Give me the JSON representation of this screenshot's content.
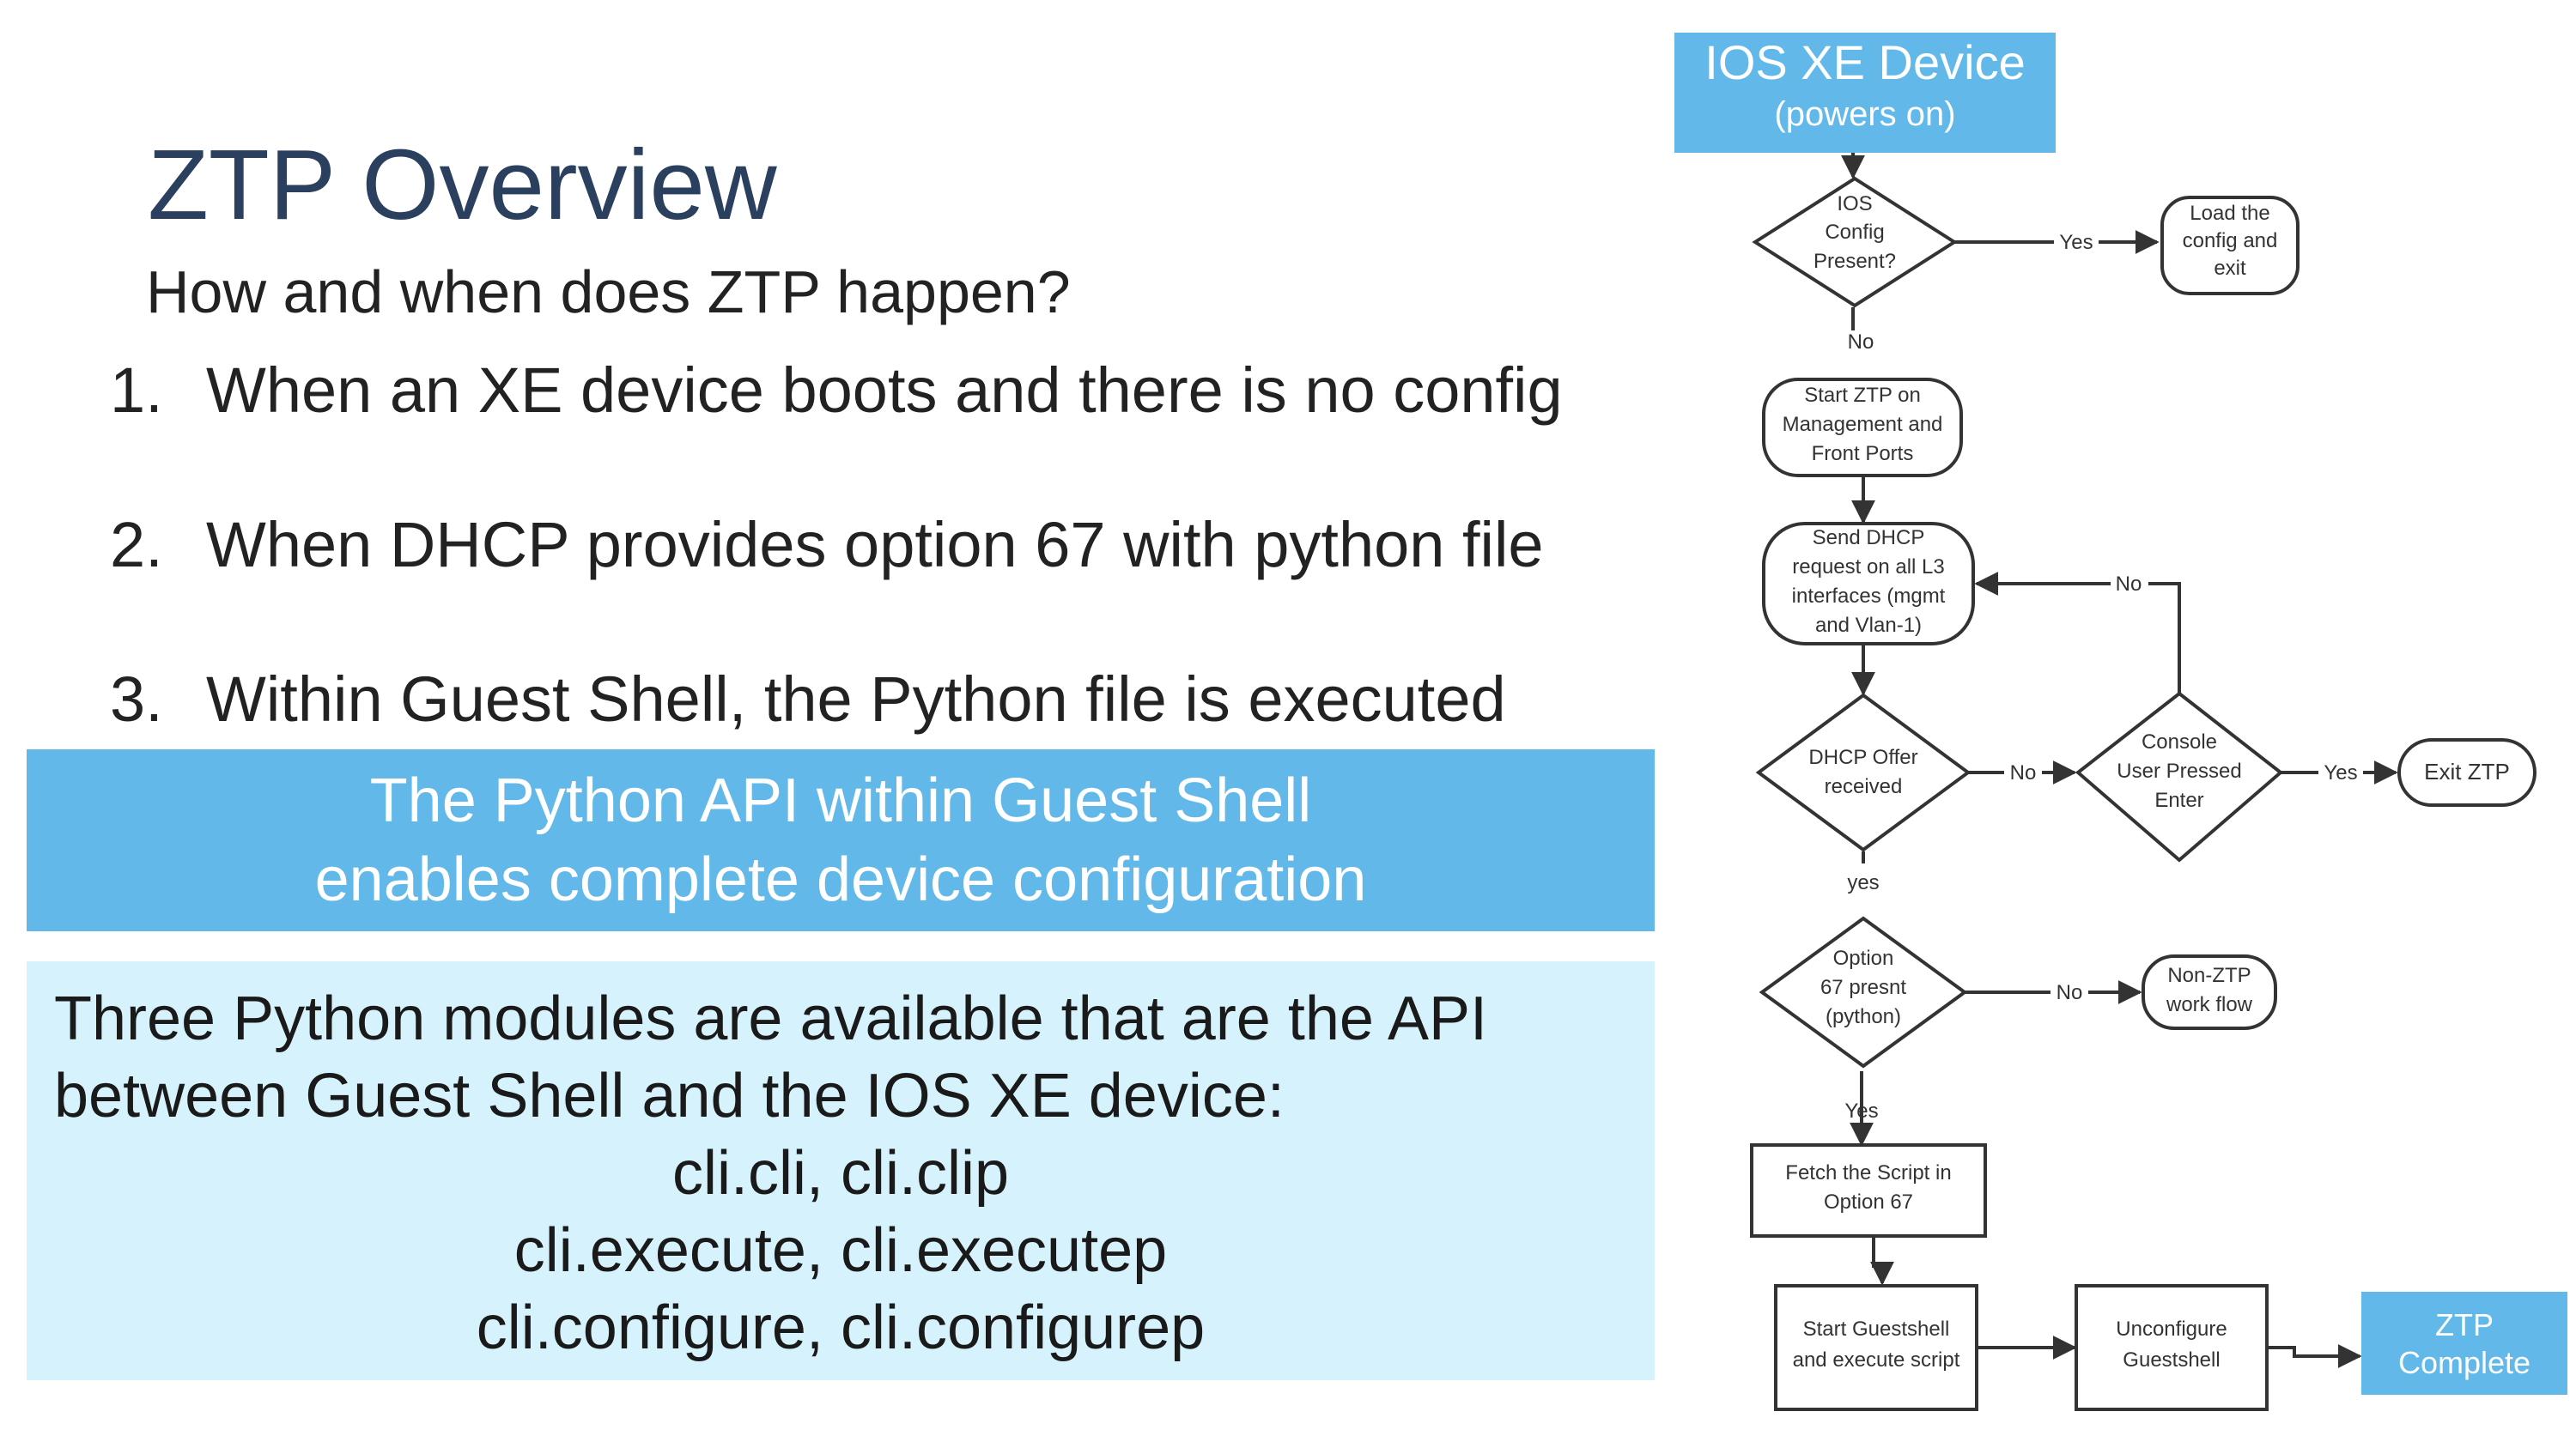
{
  "title": "ZTP Overview",
  "subtitle": "How and when does ZTP happen?",
  "steps": [
    {
      "num": "1.",
      "text": "When an XE device boots and there is no config"
    },
    {
      "num": "2.",
      "text": "When DHCP provides option 67 with python file"
    },
    {
      "num": "3.",
      "text": "Within Guest Shell, the Python file is executed"
    }
  ],
  "banner": {
    "line1": "The Python API within Guest Shell",
    "line2": "enables complete device configuration"
  },
  "modules": {
    "intro1": "Three Python modules are available that are the API",
    "intro2": "between Guest Shell and the IOS XE device:",
    "list": [
      "cli.cli, cli.clip",
      "cli.execute, cli.executep",
      "cli.configure, cli.configurep"
    ]
  },
  "flow": {
    "start": {
      "line1": "IOS XE Device",
      "line2": "(powers on)"
    },
    "config_present": [
      "IOS",
      "Config",
      "Present?"
    ],
    "load_config": [
      "Load the",
      "config and",
      "exit"
    ],
    "start_ztp": [
      "Start ZTP on",
      "Management and",
      "Front Ports"
    ],
    "send_dhcp": [
      "Send DHCP",
      "request on all L3",
      "interfaces (mgmt",
      "and Vlan-1)"
    ],
    "dhcp_offer": [
      "DHCP Offer",
      "received"
    ],
    "console": [
      "Console",
      "User Pressed",
      "Enter"
    ],
    "exit_ztp": "Exit ZTP",
    "option67": [
      "Option",
      "67 presnt",
      "(python)"
    ],
    "non_ztp": [
      "Non-ZTP",
      "work flow"
    ],
    "fetch": [
      "Fetch the Script in",
      "Option 67"
    ],
    "start_guestshell": [
      "Start Guestshell",
      "and execute script"
    ],
    "unconfigure": [
      "Unconfigure",
      "Guestshell"
    ],
    "complete": [
      "ZTP",
      "Complete"
    ],
    "labels": {
      "yes_load": "Yes",
      "no_start": "No",
      "no_retry": "No",
      "no_console": "No",
      "yes_exit": "Yes",
      "yes_option": "yes",
      "no_nonztp": "No",
      "yes_fetch": "Yes"
    }
  },
  "colors": {
    "title": "#2b3f5f",
    "banner": "#62b9e9",
    "module_box": "#d6f2fc",
    "flow_accent": "#62b9e9",
    "flow_stroke": "#333333"
  }
}
